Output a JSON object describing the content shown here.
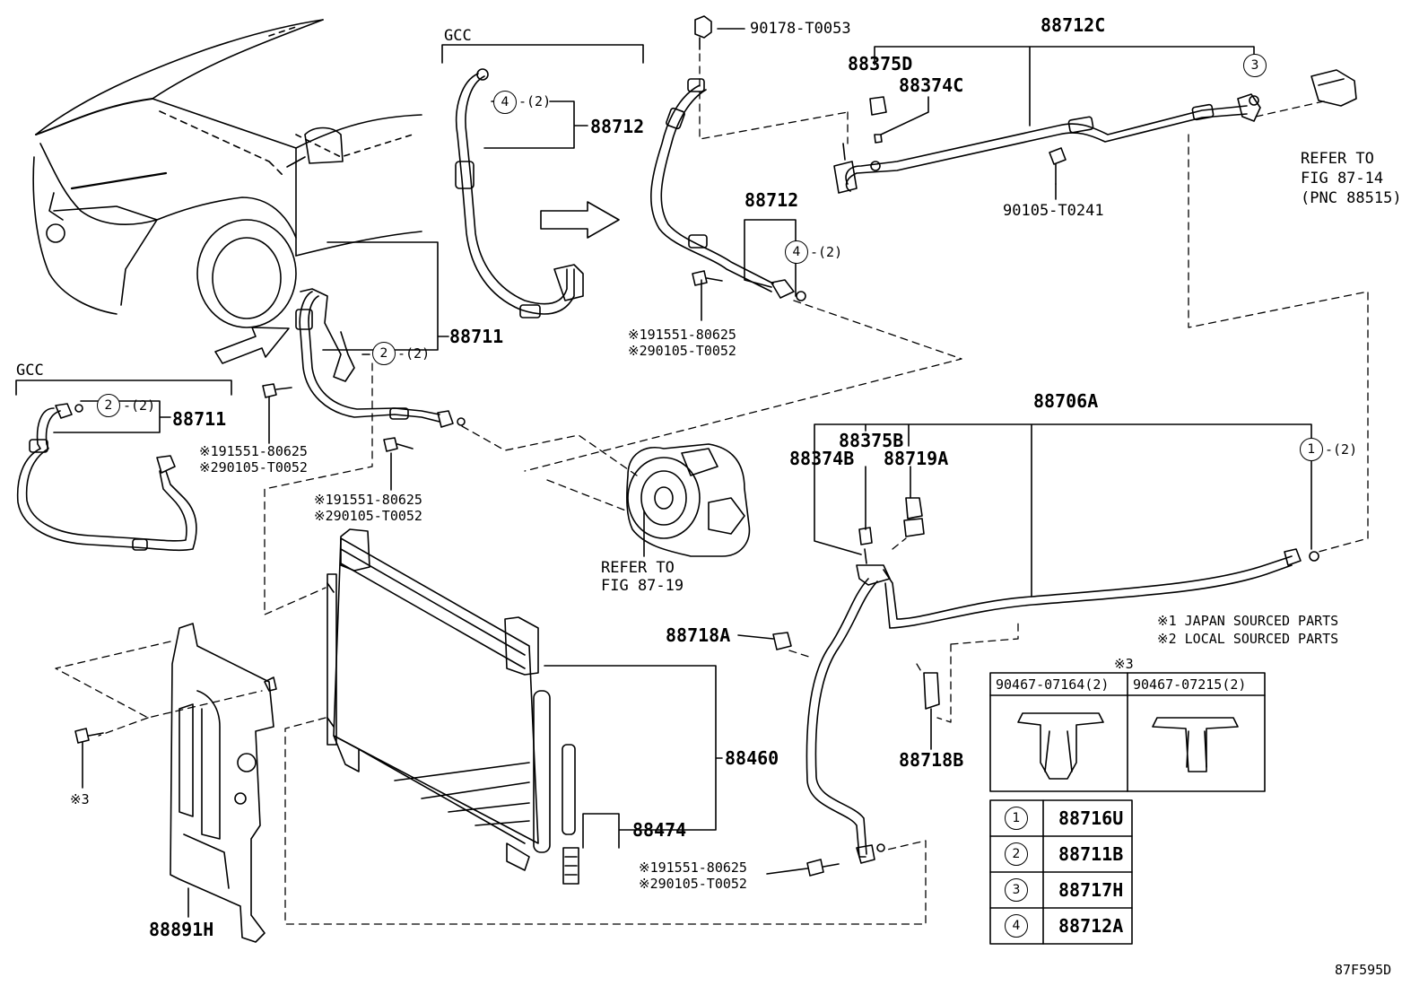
{
  "labels": {
    "gcc_top": "GCC",
    "gcc_left": "GCC",
    "p_90178": "90178-T0053",
    "p_88712C": "88712C",
    "p_88375D": "88375D",
    "p_88374C": "88374C",
    "p_90105": "90105-T0241",
    "refer_87_14": "REFER TO\nFIG 87-14\n(PNC 88515)",
    "p_88712_top": "88712",
    "p_88712_mid": "88712",
    "p_88711_a": "88711",
    "p_88711_b": "88711",
    "qty_2": "-(2)",
    "note_a": "※191551-80625\n※290105-T0052",
    "p_88706A": "88706A",
    "p_88375B": "88375B",
    "p_88374B": "88374B",
    "p_88719A": "88719A",
    "refer_87_19": "REFER TO\nFIG 87-19",
    "p_88718A": "88718A",
    "p_88718B": "88718B",
    "p_88460": "88460",
    "p_88474": "88474",
    "p_88891H": "88891H",
    "note_3": "※3",
    "legend_1": "※1 JAPAN SOURCED PARTS",
    "legend_2": "※2 LOCAL SOURCED PARTS",
    "clip_header": "※3",
    "clip_a": "90467-07164(2)",
    "clip_b": "90467-07215(2)",
    "fig_code": "87F595D"
  },
  "callout_numbers": [
    "1",
    "2",
    "3",
    "4"
  ],
  "ref_table": [
    {
      "num": "1",
      "part": "88716U"
    },
    {
      "num": "2",
      "part": "88711B"
    },
    {
      "num": "3",
      "part": "88717H"
    },
    {
      "num": "4",
      "part": "88712A"
    }
  ]
}
